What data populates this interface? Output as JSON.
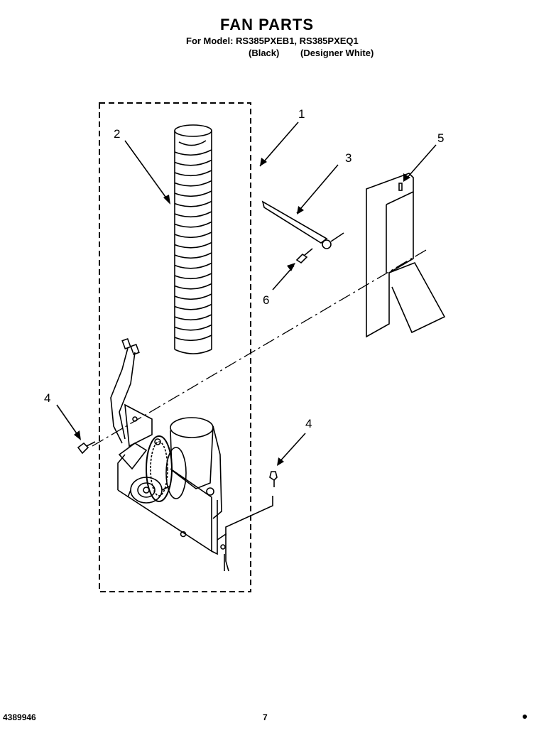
{
  "header": {
    "title": "FAN PARTS",
    "models": "For Model: RS385PXEB1, RS385PXEQ1",
    "variants": [
      "(Black)",
      "(Designer White)"
    ]
  },
  "callouts": [
    "1",
    "2",
    "3",
    "4",
    "5",
    "6",
    "4"
  ],
  "footer": {
    "part_number": "4389946",
    "page_number": "7"
  }
}
